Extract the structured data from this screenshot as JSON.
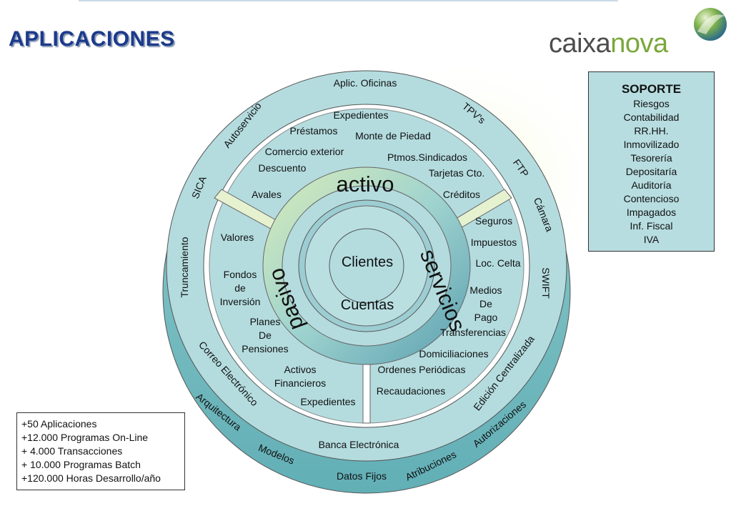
{
  "title": "APLICACIONES",
  "logo": {
    "text_main": "caixa",
    "text_accent": "nova"
  },
  "soporte": {
    "heading": "SOPORTE",
    "items": [
      "Riesgos",
      "Contabilidad",
      "RR.HH.",
      "Inmovilizado",
      "Tesorería",
      "Depositaría",
      "Auditoría",
      "Contencioso",
      "Impagados",
      "Inf. Fiscal",
      "IVA"
    ]
  },
  "stats": {
    "items": [
      "+50 Aplicaciones",
      "+12.000 Programas On-Line",
      "+ 4.000 Transacciones",
      "+ 10.000 Programas Batch",
      "+120.000 Horas Desarrollo/año"
    ]
  },
  "center": {
    "top": "Clientes",
    "bottom": "Cuentas"
  },
  "ring": {
    "activo": "activo",
    "pasivo": "pasivo",
    "servicios": "servicios"
  },
  "outer_ring": {
    "aplic_oficinas": "Aplic. Oficinas",
    "autoservicio": "Autoservicio",
    "tpvs": "TPV's",
    "ftp": "FTP",
    "sica": "SICA",
    "camara": "Cámara",
    "truncamiento": "Truncamiento",
    "swift": "SWIFT",
    "correo": "Correo Electrónico",
    "edicion": "Edición Centralizada",
    "banca": "Banca Electrónica"
  },
  "base_ring": {
    "arquitectura": "Arquitectura",
    "modelos": "Modelos",
    "datos_fijos": "Datos Fijos",
    "atribuciones": "Atribuciones",
    "autorizaciones": "Autorizaciones"
  },
  "activo_sector": {
    "expedientes": "Expedientes",
    "prestamos": "Préstamos",
    "monte": "Monte de Piedad",
    "comercio": "Comercio exterior",
    "ptmos": "Ptmos.Sindicados",
    "descuento": "Descuento",
    "tarjetas": "Tarjetas Cto.",
    "avales": "Avales",
    "creditos": "Créditos"
  },
  "pasivo_sector": {
    "valores": "Valores",
    "fondos": [
      "Fondos",
      "de",
      "Inversión"
    ],
    "planes": [
      "Planes",
      "De",
      "Pensiones"
    ],
    "activos": [
      "Activos",
      "Financieros"
    ],
    "expedientes": "Expedientes"
  },
  "servicios_sector": {
    "seguros": "Seguros",
    "impuestos": "Impuestos",
    "loc_celta": "Loc. Celta",
    "medios": [
      "Medios",
      "De",
      "Pago"
    ],
    "transferencias": "Transferencias",
    "domiciliaciones": "Domiciliaciones",
    "ordenes": "Ordenes Periódicas",
    "recaudaciones": "Recaudaciones"
  }
}
